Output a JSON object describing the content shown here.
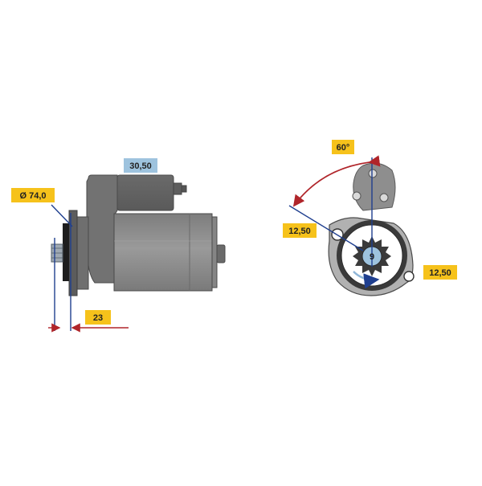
{
  "labels": {
    "diameter": "Ø 74,0",
    "connector_size": "30,50",
    "flange_length": "23",
    "angle": "60°",
    "left_hole": "12,50",
    "right_hole": "12,50",
    "teeth": "9"
  },
  "colors": {
    "label_yellow": "#f6c21b",
    "label_blue": "#9ec3de",
    "body_grey": "#8c8c8c",
    "dark_grey": "#6e6e6e",
    "dim_blue": "#1f3f8f",
    "arc_red": "#b0252a"
  }
}
